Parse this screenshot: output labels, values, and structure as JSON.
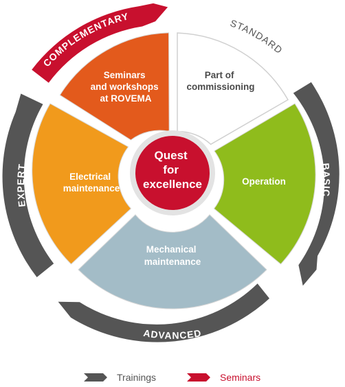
{
  "center": {
    "lines": [
      "Quest",
      "for",
      "excellence"
    ],
    "color": "#c8102e"
  },
  "segments": [
    {
      "name": "seminars",
      "lines": [
        "Seminars",
        "and workshops",
        "at ROVEMA"
      ],
      "fill": "#e35a1c",
      "text_color": "#ffffff"
    },
    {
      "name": "commissioning",
      "lines": [
        "Part of",
        "commissioning"
      ],
      "fill": "#ffffff",
      "text_color": "#4a4a4a"
    },
    {
      "name": "operation",
      "lines": [
        "Operation"
      ],
      "fill": "#8fbc1c",
      "text_color": "#ffffff"
    },
    {
      "name": "mechanical",
      "lines": [
        "Mechanical",
        "maintenance"
      ],
      "fill": "#a3bcc7",
      "text_color": "#ffffff"
    },
    {
      "name": "electrical",
      "lines": [
        "Electrical",
        "maintenance"
      ],
      "fill": "#f19a1c",
      "text_color": "#ffffff"
    }
  ],
  "ring_labels": {
    "complementary": "COMPLEMENTARY",
    "standard": "STANDARD",
    "basic": "BASIC",
    "advanced": "ADVANCED",
    "expert": "EXPERT"
  },
  "legend": {
    "trainings": "Trainings",
    "seminars": "Seminars"
  },
  "colors": {
    "training_arrow": "#555555",
    "seminar_arrow": "#c8102e",
    "ring_text": "#ffffff",
    "standard_text": "#555555"
  }
}
